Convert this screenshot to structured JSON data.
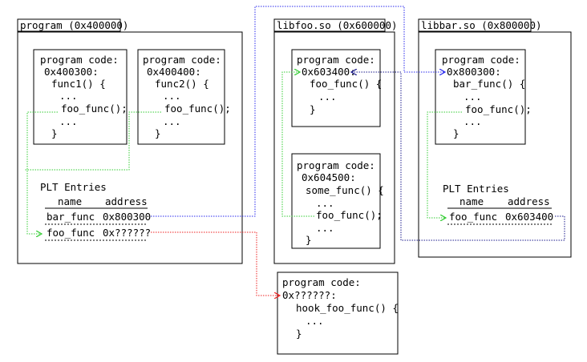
{
  "modules": {
    "program": {
      "title": "program (0x400000)"
    },
    "libfoo": {
      "title": "libfoo.so (0x600000)"
    },
    "libbar": {
      "title": "libbar.so (0x800000)"
    }
  },
  "code_blocks": {
    "prog_func1": {
      "lines": [
        "program code:",
        "0x400300:",
        "func1() {",
        "...",
        "foo_func();",
        "...",
        "}"
      ]
    },
    "prog_func2": {
      "lines": [
        "program code:",
        "0x400400:",
        "func2() {",
        "...",
        "foo_func();",
        "...",
        "}"
      ]
    },
    "libfoo_foo": {
      "lines": [
        "program code:",
        "0x603400:",
        "foo_func() {",
        "...",
        "}"
      ]
    },
    "libfoo_some": {
      "lines": [
        "program code:",
        "0x604500:",
        "some_func() {",
        "...",
        "foo_func();",
        "...",
        "}"
      ]
    },
    "libbar_bar": {
      "lines": [
        "program code:",
        "0x800300:",
        "bar_func() {",
        "...",
        "foo_func();",
        "...",
        "}"
      ]
    },
    "hook": {
      "lines": [
        "program code:",
        "0x??????:",
        "hook_foo_func() {",
        "...",
        "}"
      ]
    }
  },
  "plt": {
    "program": {
      "title": "PLT Entries",
      "headers": {
        "name": "name",
        "address": "address"
      },
      "rows": [
        {
          "name": "bar_func",
          "address": "0x800300"
        },
        {
          "name": "foo_func",
          "address": "0x??????"
        }
      ]
    },
    "libbar": {
      "title": "PLT Entries",
      "headers": {
        "name": "name",
        "address": "address"
      },
      "rows": [
        {
          "name": "foo_func",
          "address": "0x603400"
        }
      ]
    }
  },
  "colors": {
    "green": "#33cc33",
    "blue": "#2a2aee",
    "red": "#ee2222",
    "navy": "#1a1a8c",
    "black": "#000000"
  }
}
